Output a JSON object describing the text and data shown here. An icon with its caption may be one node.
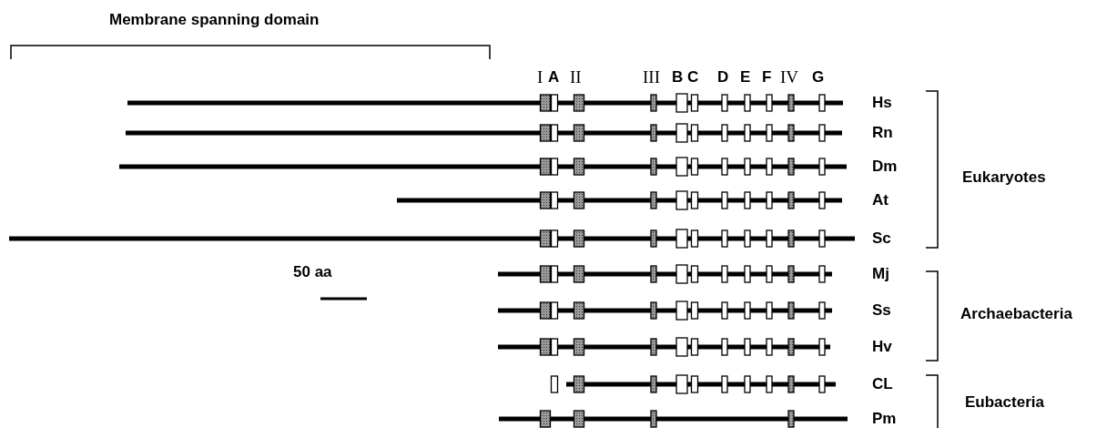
{
  "diagram": {
    "labels": [
      "Membrane spanning domain",
      "I",
      "A",
      "II",
      "III",
      "B",
      "C",
      "D",
      "E",
      "F",
      "IV",
      "G",
      "Hs",
      "Rn",
      "Dm",
      "Eukaryotes",
      "At",
      "Sc",
      "50 aa",
      "Mj",
      "Ss",
      "Archaebacteria",
      "Hv",
      "CL",
      "Eubacteria",
      "Pm"
    ]
  }
}
